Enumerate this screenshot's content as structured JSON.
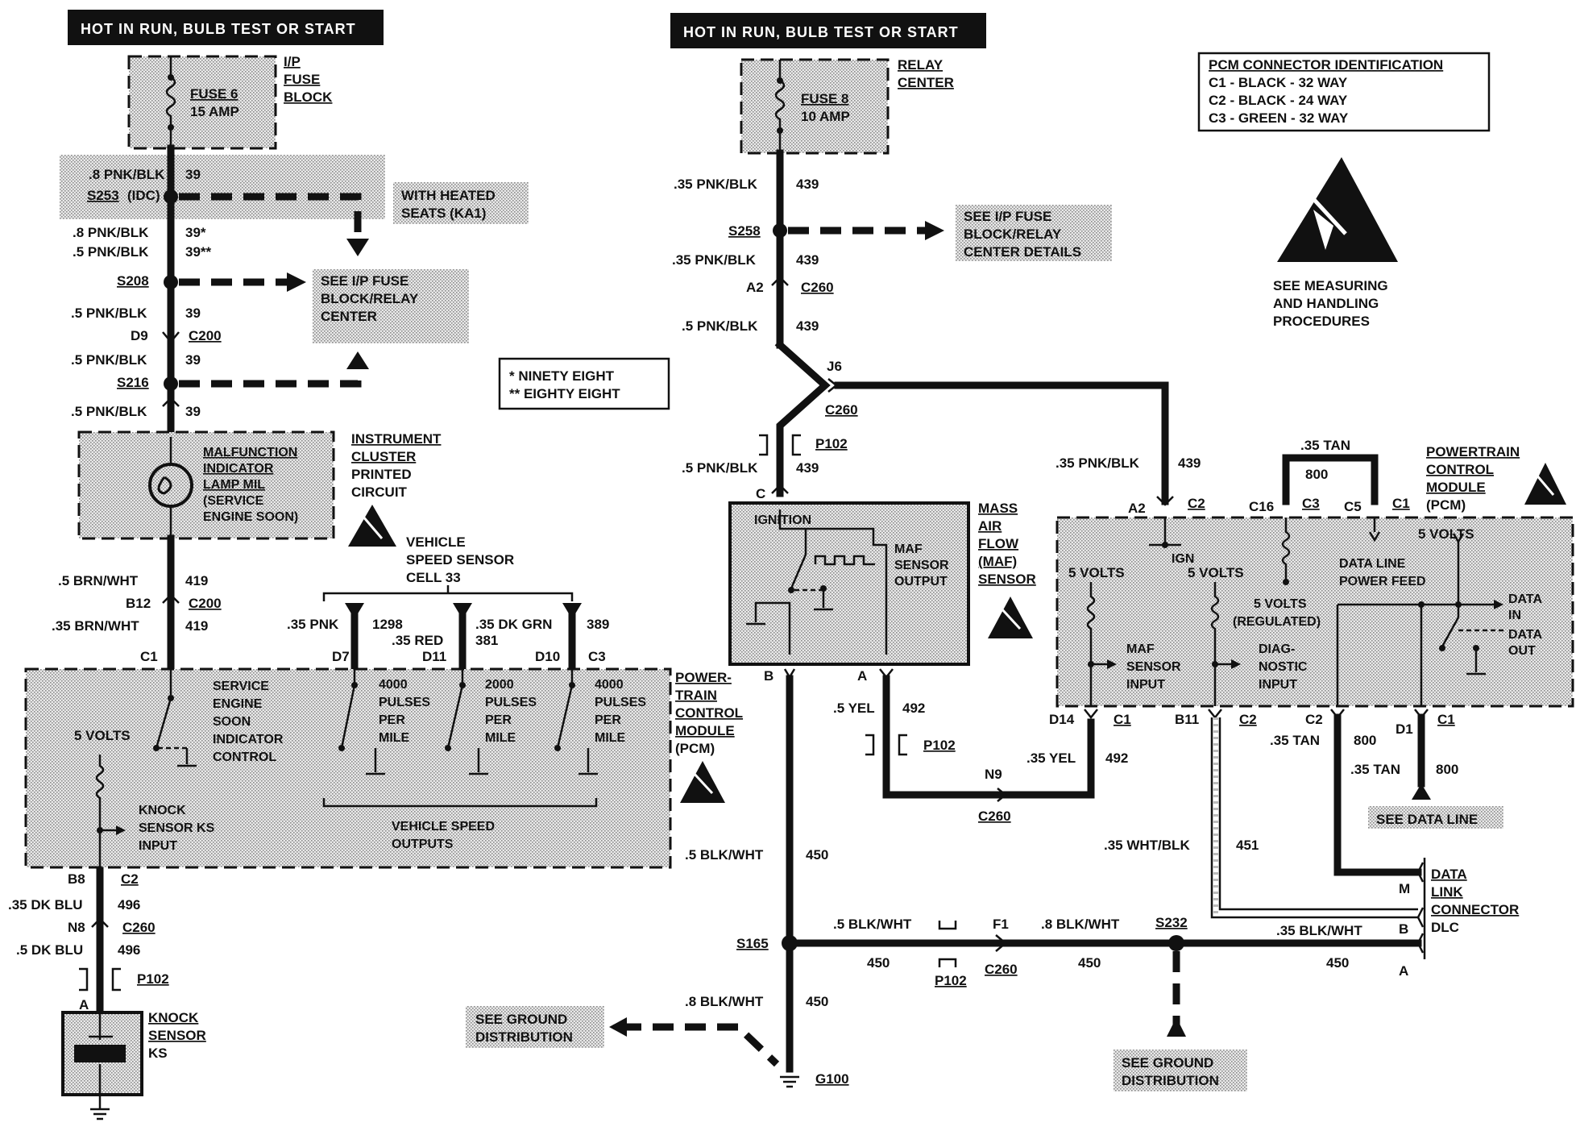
{
  "headers": {
    "left": "HOT IN RUN, BULB TEST OR START",
    "center": "HOT IN RUN, BULB TEST OR START"
  },
  "pcm_connector_id": {
    "title": "PCM CONNECTOR IDENTIFICATION",
    "rows": [
      "C1 - BLACK - 32 WAY",
      "C2 - BLACK - 24 WAY",
      "C3 - GREEN - 32 WAY"
    ]
  },
  "esd_note": [
    "SEE MEASURING",
    "AND HANDLING",
    "PROCEDURES"
  ],
  "legend": [
    "*  NINETY EIGHT",
    "**  EIGHTY EIGHT"
  ],
  "left": {
    "fuse": [
      "FUSE 6",
      "15 AMP"
    ],
    "fuse_block": [
      "I/P",
      "FUSE",
      "BLOCK"
    ],
    "w1": ".8 PNK/BLK",
    "n1": "39",
    "s253": "S253",
    "idc": "(IDC)",
    "heated_seats": [
      "WITH HEATED",
      "SEATS (KA1)"
    ],
    "w2a": ".8 PNK/BLK",
    "n2a": "39*",
    "w2b": ".5 PNK/BLK",
    "n2b": "39**",
    "s208": "S208",
    "see_fuse": [
      "SEE I/P FUSE",
      "BLOCK/RELAY",
      "CENTER"
    ],
    "w3": ".5 PNK/BLK",
    "n3": "39",
    "d9": "D9",
    "c200a": "C200",
    "w4": ".5 PNK/BLK",
    "n4": "39",
    "s216": "S216",
    "w5": ".5 PNK/BLK",
    "n5": "39",
    "mil": [
      "MALFUNCTION",
      "INDICATOR",
      "LAMP MIL",
      "(SERVICE",
      "ENGINE SOON)"
    ],
    "cluster": [
      "INSTRUMENT",
      "CLUSTER",
      "PRINTED",
      "CIRCUIT"
    ],
    "w6": ".5 BRN/WHT",
    "n6": "419",
    "b12": "B12",
    "c200b": "C200",
    "w7": ".35 BRN/WHT",
    "n7": "419",
    "c1": "C1",
    "vss_title": [
      "VEHICLE",
      "SPEED SENSOR",
      "CELL 33"
    ],
    "vss_w1": ".35 PNK",
    "vss_n1": "1298",
    "vss_w2": ".35 RED",
    "vss_n2": "381",
    "vss_w3": ".35 DK GRN",
    "vss_n3": "389",
    "d7": "D7",
    "d11": "D11",
    "d10": "D10",
    "c3": "C3",
    "ses": [
      "SERVICE",
      "ENGINE",
      "SOON",
      "INDICATOR",
      "CONTROL"
    ],
    "five_volts": "5 VOLTS",
    "p4000a": [
      "4000",
      "PULSES",
      "PER",
      "MILE"
    ],
    "p2000": [
      "2000",
      "PULSES",
      "PER",
      "MILE"
    ],
    "p4000b": [
      "4000",
      "PULSES",
      "PER",
      "MILE"
    ],
    "pcm": [
      "POWER-",
      "TRAIN",
      "CONTROL",
      "MODULE",
      "(PCM)"
    ],
    "knock_input": [
      "KNOCK",
      "SENSOR KS",
      "INPUT"
    ],
    "vso": [
      "VEHICLE SPEED",
      "OUTPUTS"
    ],
    "b8": "B8",
    "c2": "C2",
    "w8": ".35 DK BLU",
    "n8": "496",
    "n8c": "N8",
    "c260": "C260",
    "w9": ".5 DK BLU",
    "n9": "496",
    "p102": "P102",
    "a": "A",
    "knock": [
      "KNOCK",
      "SENSOR",
      "KS"
    ]
  },
  "center": {
    "fuse": [
      "FUSE 8",
      "10 AMP"
    ],
    "relay": [
      "RELAY",
      "CENTER"
    ],
    "w1": ".35 PNK/BLK",
    "n1": "439",
    "s258": "S258",
    "see_fuse": [
      "SEE I/P FUSE",
      "BLOCK/RELAY",
      "CENTER DETAILS"
    ],
    "w2": ".35 PNK/BLK",
    "n2": "439",
    "a2": "A2",
    "c260a": "C260",
    "w3": ".5 PNK/BLK",
    "n3": "439",
    "j6": "J6",
    "c260b": "C260",
    "p102a": "P102",
    "w4": ".5 PNK/BLK",
    "n4": "439",
    "c": "C",
    "ignition": "IGNITION",
    "maf_out": [
      "MAF",
      "SENSOR",
      "OUTPUT"
    ],
    "maf": [
      "MASS",
      "AIR",
      "FLOW",
      "(MAF)",
      "SENSOR"
    ],
    "b": "B",
    "a": "A",
    "w5": ".5 YEL",
    "n5": "492",
    "p102b": "P102",
    "n9c": "N9",
    "c260c": "C260",
    "w6": ".35 YEL",
    "n6": "492",
    "w7": ".5 BLK/WHT",
    "n7": "450",
    "s165": "S165",
    "w8": ".5 BLK/WHT",
    "n8": "450",
    "p102c": "P102",
    "f1": "F1",
    "c260d": "C260",
    "w9": ".8 BLK/WHT",
    "n9": "450",
    "s232": "S232",
    "w10": ".35 BLK/WHT",
    "n10": "450",
    "w11": ".8 BLK/WHT",
    "n11": "450",
    "see_ground1": [
      "SEE GROUND",
      "DISTRIBUTION"
    ],
    "g100": "G100",
    "see_ground2": [
      "SEE GROUND",
      "DISTRIBUTION"
    ]
  },
  "right": {
    "w1": ".35 PNK/BLK",
    "n1": "439",
    "tan": ".35 TAN",
    "n800": "800",
    "a2": "A2",
    "c2": "C2",
    "c16": "C16",
    "c3": "C3",
    "c5": "C5",
    "c1": "C1",
    "pcm": [
      "POWERTRAIN",
      "CONTROL",
      "MODULE",
      "(PCM)"
    ],
    "ign": "IGN",
    "v5a": "5 VOLTS",
    "v5b": "5 VOLTS",
    "v5c": "5 VOLTS",
    "v5reg": [
      "5 VOLTS",
      "(REGULATED)"
    ],
    "dlpf": [
      "DATA LINE",
      "POWER FEED"
    ],
    "maf_in": [
      "MAF",
      "SENSOR",
      "INPUT"
    ],
    "diag": [
      "DIAG-",
      "NOSTIC",
      "INPUT"
    ],
    "data_in": [
      "DATA",
      "IN"
    ],
    "data_out": [
      "DATA",
      "OUT"
    ],
    "d14": "D14",
    "c1a": "C1",
    "b11": "B11",
    "c2a": "C2",
    "c2b": "C2",
    "d1": "D1",
    "c1b": "C1",
    "w2": ".35 TAN",
    "n2": "800",
    "w3": ".35 TAN",
    "n3": "800",
    "see_data": "SEE DATA LINE",
    "w4": ".35 WHT/BLK",
    "n4": "451",
    "m": "M",
    "b": "B",
    "a": "A",
    "dlc": [
      "DATA",
      "LINK",
      "CONNECTOR",
      "DLC"
    ]
  }
}
